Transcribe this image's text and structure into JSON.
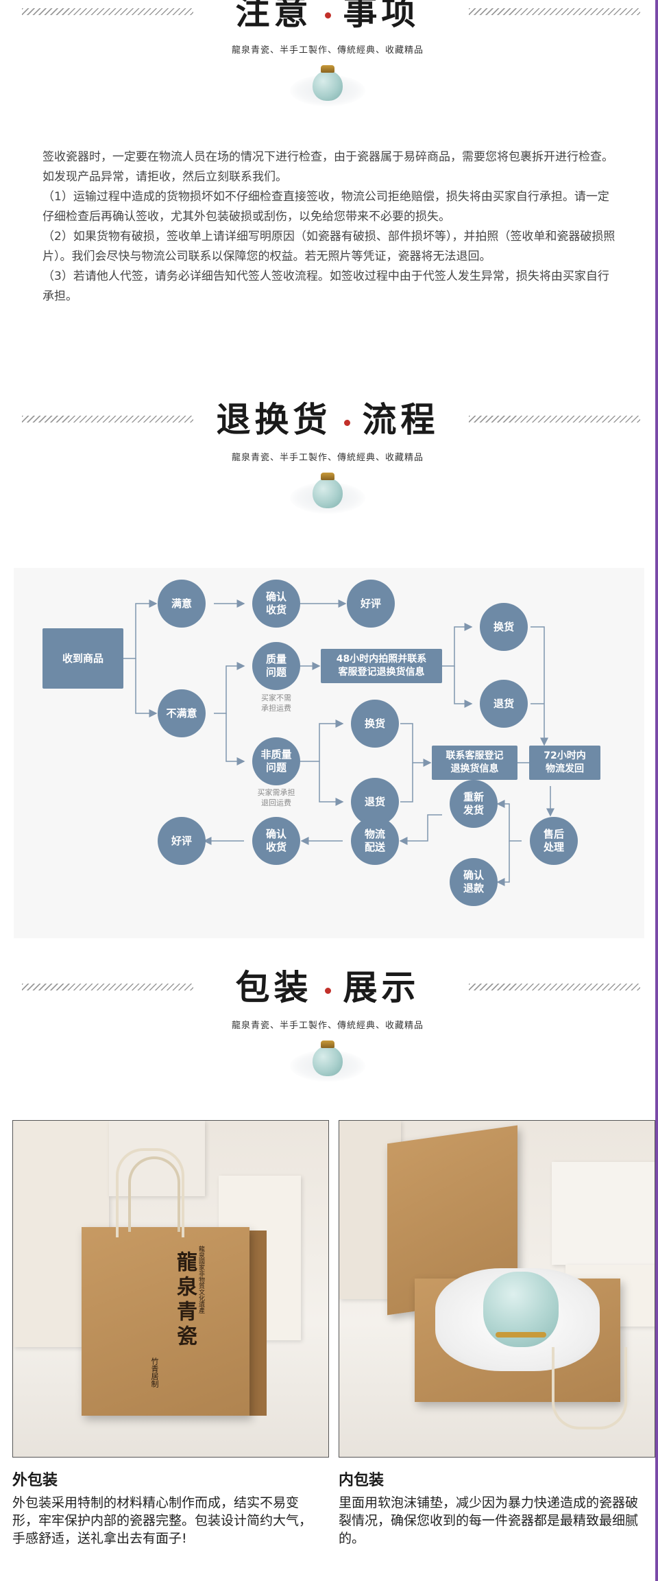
{
  "sections": {
    "notice": {
      "title_a": "注意",
      "title_b": "事项",
      "subtitle": "龍泉青瓷、半手工製作、傳統經典、收藏精品"
    },
    "return": {
      "title_a": "退换货",
      "title_b": "流程",
      "subtitle": "龍泉青瓷、半手工製作、傳統經典、收藏精品"
    },
    "package": {
      "title_a": "包装",
      "title_b": "展示",
      "subtitle": "龍泉青瓷、半手工製作、傳統經典、收藏精品"
    }
  },
  "notice_paragraphs": [
    "签收瓷器时，一定要在物流人员在场的情况下进行检查，由于瓷器属于易碎商品，需要您将包裹拆开进行检查。如发现产品异常，请拒收，然后立刻联系我们。",
    "（1）运输过程中造成的货物损坏如不仔细检查直接签收，物流公司拒绝赔偿，损失将由买家自行承担。请一定仔细检查后再确认签收，尤其外包装破损或刮伤，以免给您带来不必要的损失。",
    "（2）如果货物有破损，签收单上请详细写明原因（如瓷器有破损、部件损坏等），并拍照（签收单和瓷器破损照片）。我们会尽快与物流公司联系以保障您的权益。若无照片等凭证，瓷器将无法退回。",
    "（3）若请他人代签，请务必详细告知代签人签收流程。如签收过程中由于代签人发生异常，损失将由买家自行承担。"
  ],
  "flow": {
    "received": "收到商品",
    "satisfied": "满意",
    "confirm_receipt_top": "确认\n收货",
    "good_review_top": "好评",
    "unsatisfied": "不满意",
    "quality_issue": "质量\n问题",
    "quality_note": "买家不需\n承担运费",
    "non_quality_issue": "非质量\n问题",
    "non_quality_note": "买家需承担\n退回运费",
    "photo_contact": "48小时内拍照并联系\n客服登记退换货信息",
    "exchange_a": "换货",
    "return_a": "退货",
    "exchange_b": "换货",
    "return_b": "退货",
    "contact_service": "联系客服登记\n退换货信息",
    "ship_72": "72小时内\n物流发回",
    "after_sales": "售后\n处理",
    "reship": "重新\n发货",
    "refund": "确认\n退款",
    "logistics": "物流\n配送",
    "confirm_receipt_bottom": "确认\n收货",
    "good_review_bottom": "好评"
  },
  "package": {
    "outer_title": "外包装",
    "outer_text": "外包装采用特制的材料精心制作而成，结实不易变形，牢牢保护内部的瓷器完整。包装设计简约大气，手感舒适，送礼拿出去有面子!",
    "inner_title": "内包装",
    "inner_text": "里面用软泡沫铺垫，减少因为暴力快递造成的瓷器破裂情况，确保您收到的每一件瓷器都是最精致最细腻的。",
    "box_title": "龍泉青瓷",
    "box_small": "龍泉國家非物質文化遺產",
    "box_sign": "竹青居制"
  },
  "colors": {
    "node": "#6e8aa6",
    "line": "#7f95ad",
    "accent_dot": "#c2302a"
  }
}
